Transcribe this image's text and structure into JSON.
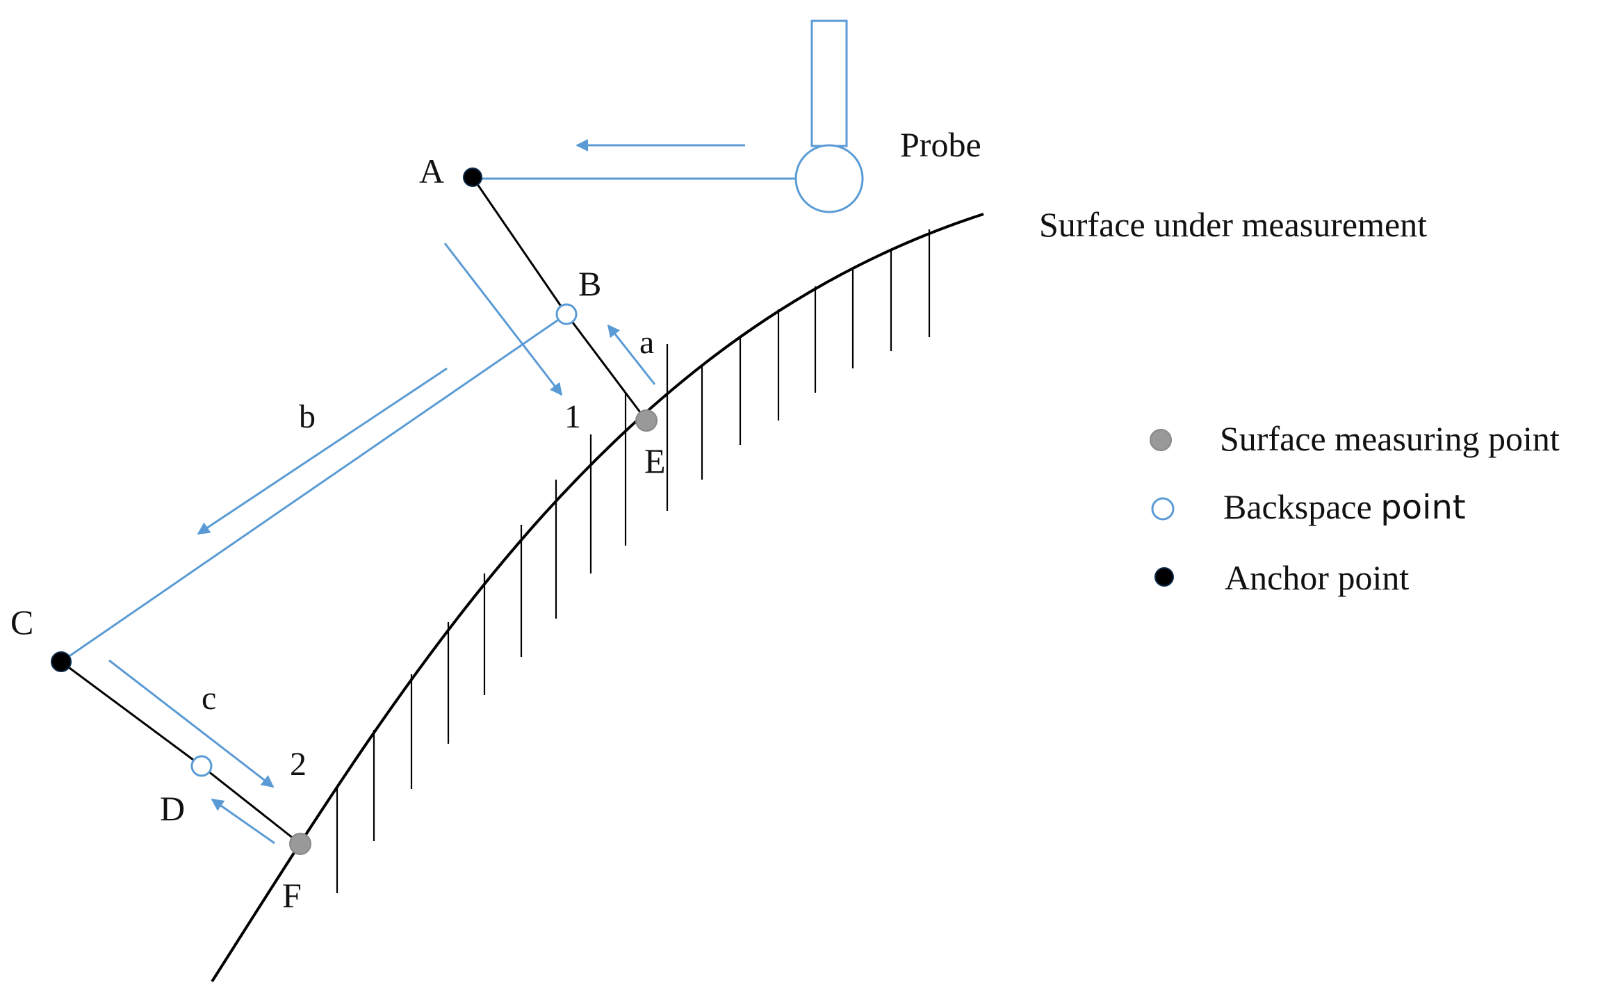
{
  "colors": {
    "blue": "#5b9bd5",
    "black": "#000000",
    "gray": "#999999",
    "white": "#ffffff"
  },
  "labels": {
    "probe": "Probe",
    "surface": "Surface under measurement",
    "A": "A",
    "B": "B",
    "C": "C",
    "D": "D",
    "E": "E",
    "F": "F",
    "a": "a",
    "b": "b",
    "c": "c",
    "one": "1",
    "two": "2"
  },
  "legend": {
    "surface_point": "Surface measuring point",
    "backspace_prefix": "Backspace ",
    "backspace_suffix": "point",
    "anchor_point": "Anchor point"
  }
}
